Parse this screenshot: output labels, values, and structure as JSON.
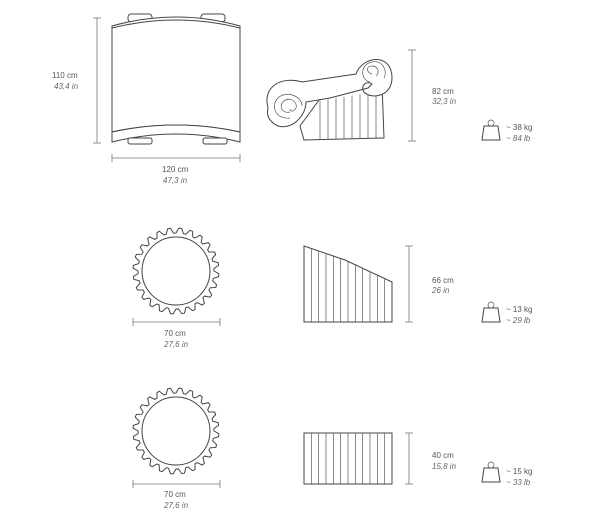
{
  "item1": {
    "height": {
      "cm": "110 cm",
      "in": "43,4 in"
    },
    "width": {
      "cm": "120 cm",
      "in": "47,3 in"
    },
    "side_height": {
      "cm": "82 cm",
      "in": "32,3 in"
    },
    "weight": {
      "kg": "~ 38 kg",
      "lb": "~ 84 lb"
    }
  },
  "item2": {
    "diameter": {
      "cm": "70 cm",
      "in": "27,6 in"
    },
    "height": {
      "cm": "66 cm",
      "in": "26 in"
    },
    "weight": {
      "kg": "~ 13 kg",
      "lb": "~ 29 lb"
    }
  },
  "item3": {
    "diameter": {
      "cm": "70 cm",
      "in": "27,6 in"
    },
    "height": {
      "cm": "40 cm",
      "in": "15,8 in"
    },
    "weight": {
      "kg": "~ 15 kg",
      "lb": "~ 33 lb"
    }
  },
  "icons": {
    "weight": "weight-icon"
  }
}
